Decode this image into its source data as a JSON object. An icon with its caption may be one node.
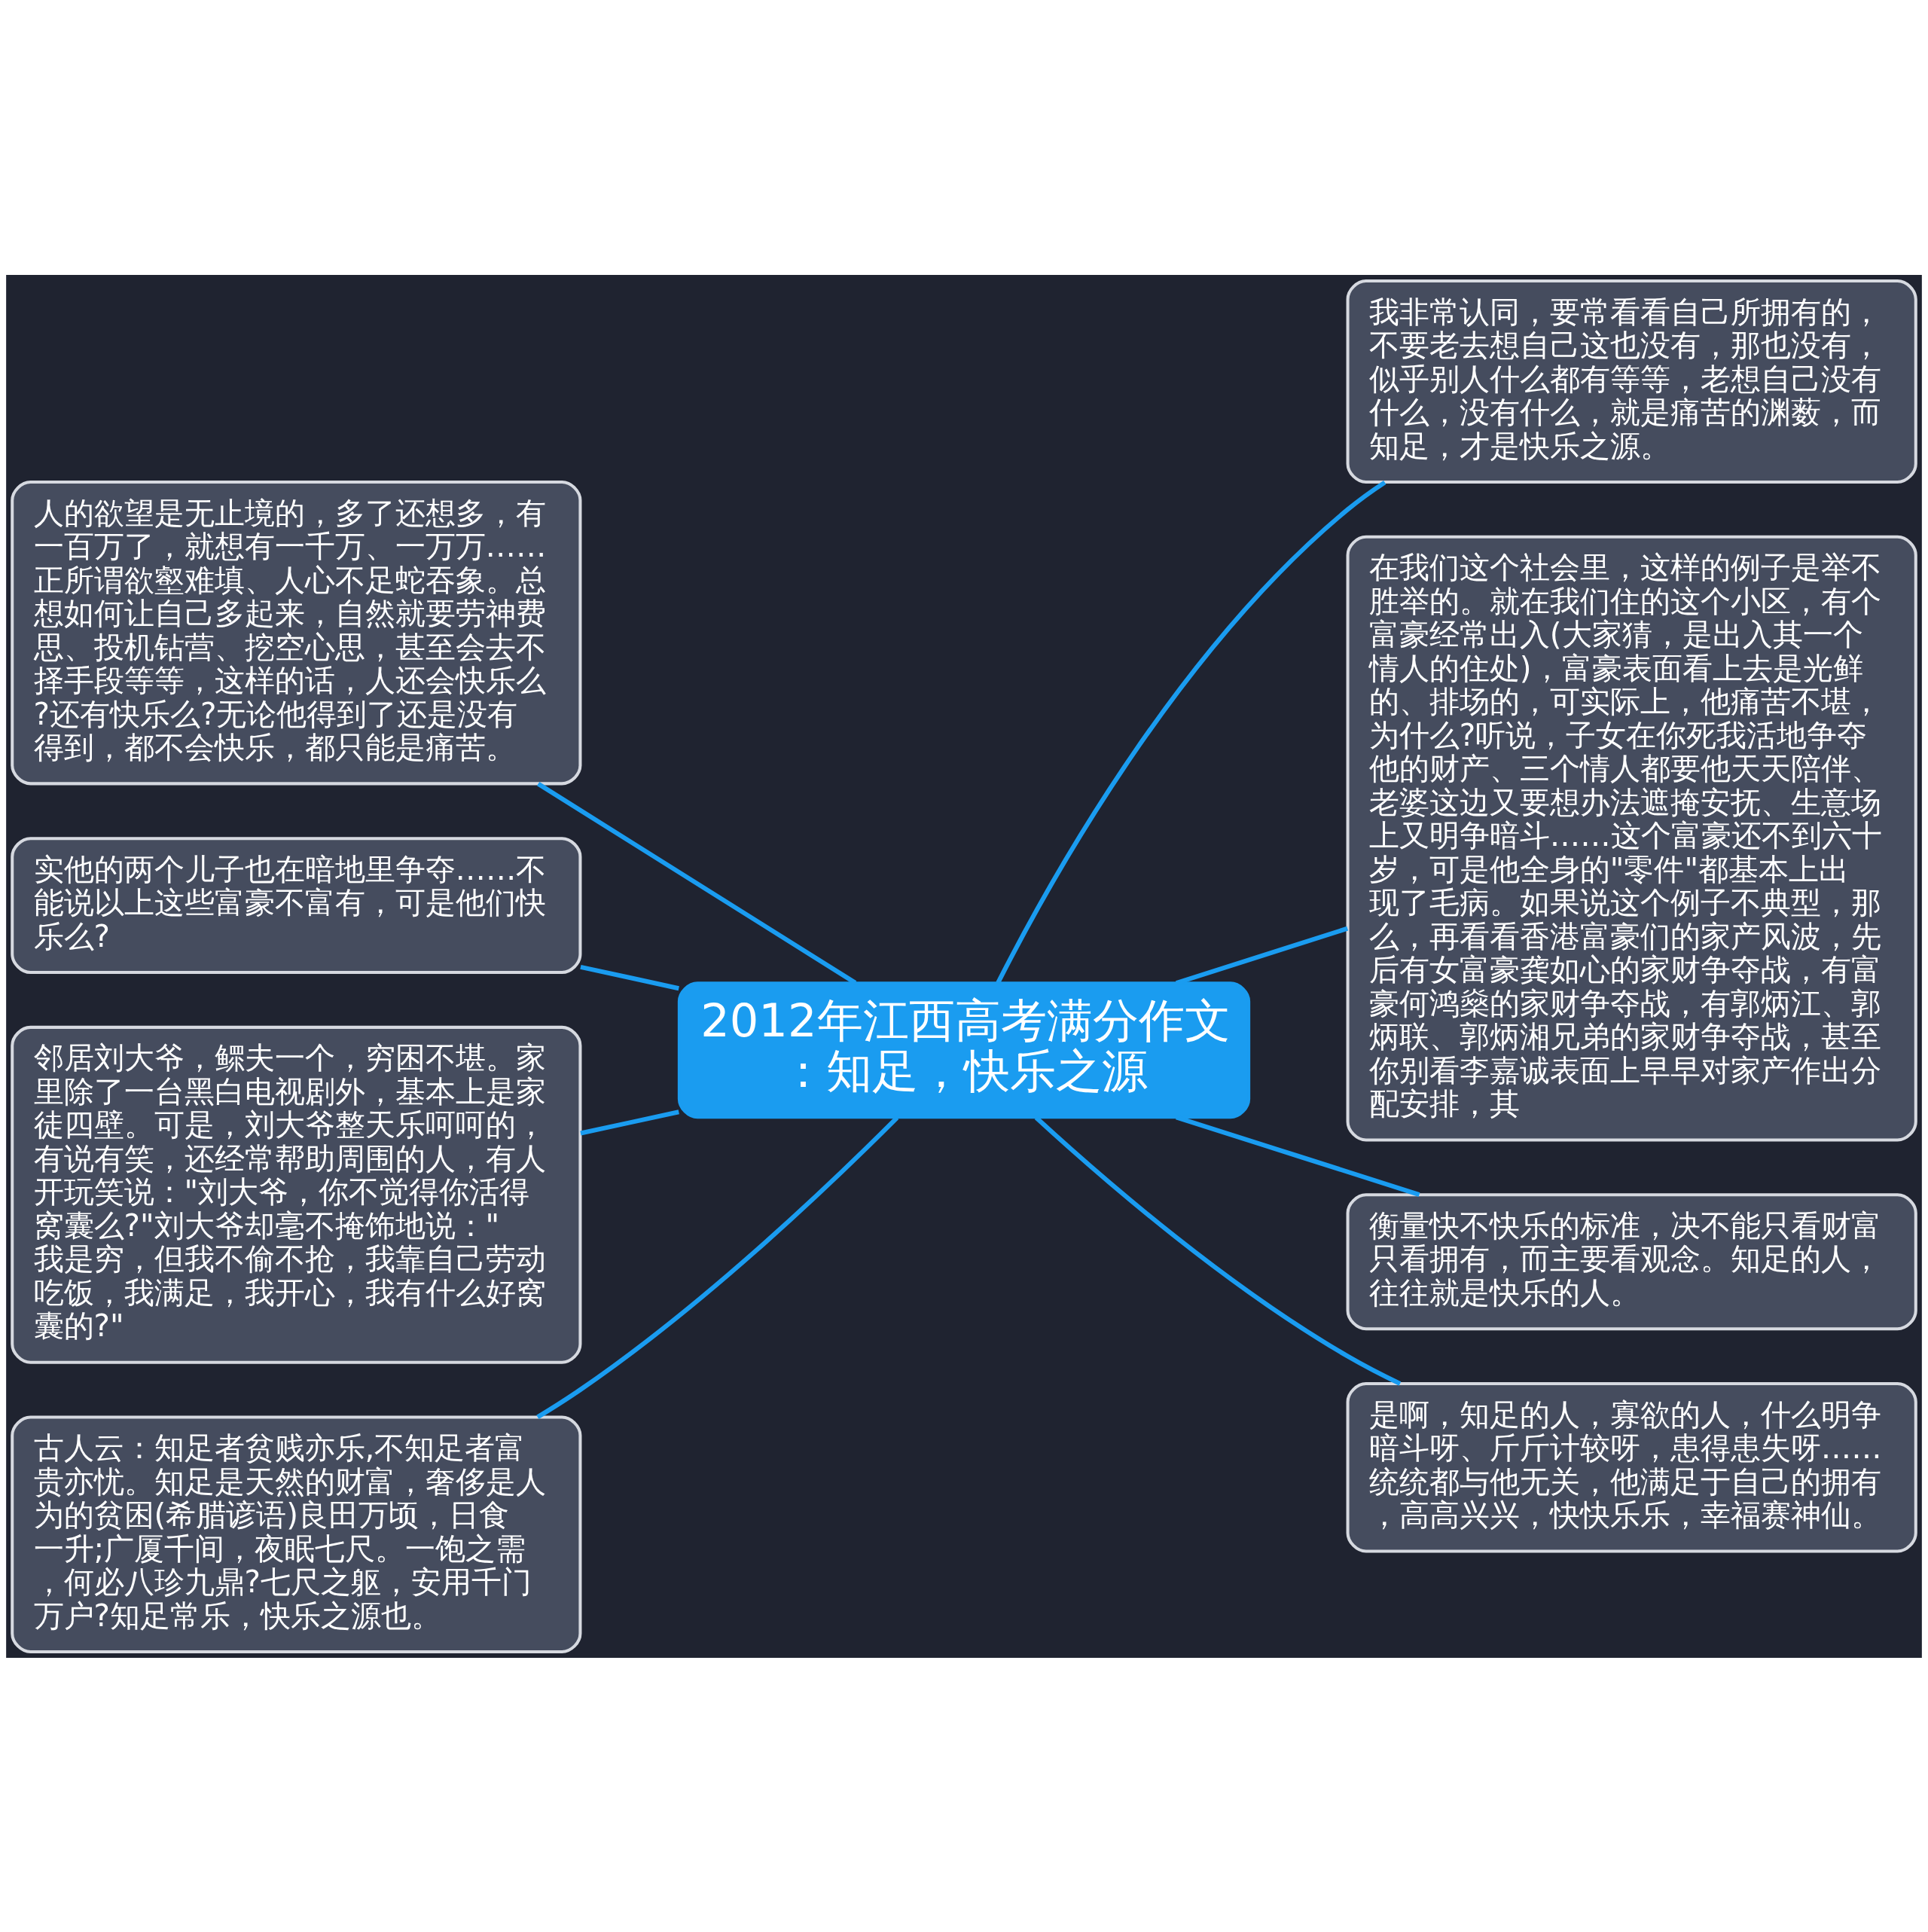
{
  "diagram": {
    "nodes": [
      {
        "text": [
          "2012年江西高考满分作文：知足，快乐之源"
        ]
      },
      {
        "text": [
          "人的欲望是无止境的，多了还想多，有一百万了，就想有一千万、一万万……正所谓欲壑难填、人心不足蛇吞象。总想如何让自己多起来，自然就要劳神费思、投机钻营、挖空心思，甚至会去不择手段等等，这样的话，人还会快乐么?还有快乐么?无论他得到了还是没有得到，都不会快乐，都只能是痛苦。"
        ]
      },
      {
        "text": [
          "实他的两个儿子也在暗地里争夺……不能说以上这些富豪不富有，可是他们快乐么?"
        ]
      },
      {
        "text": [
          "邻居刘大爷，鳏夫一个，穷困不堪。家里除了一台黑白电视剧外，基本上是家徒四壁。可是，刘大爷整天乐呵呵的，有说有笑，还经常帮助周围的人，有人开玩笑说：\"刘大爷，你不觉得你活得窝囊么?\"刘大爷却毫不掩饰地说：\"我是穷，但我不偷不抢，我靠自己劳动吃饭，我满足，我开心，我有什么好窝囊的?\""
        ]
      },
      {
        "text": [
          "古人云：知足者贫贱亦乐,不知足者富贵亦忧。知足是天然的财富，奢侈是人为的贫困(希腊谚语)良田万顷，日食一升;广厦千间，夜眠七尺。一饱之需，何必八珍九鼎?七尺之躯，安用千门万户?知足常乐，快乐之源也。"
        ]
      },
      {
        "text": [
          "我非常认同，要常看看自己所拥有的，不要老去想自己这也没有，那也没有，似乎别人什么都有等等，老想自己没有什么，没有什么，就是痛苦的渊薮，而知足，才是快乐之源。"
        ]
      },
      {
        "text": [
          "在我们这个社会里，这样的例子是举不胜举的。就在我们住的这个小区，有个富豪经常出入(大家猜，是出入其一个情人的住处)，富豪表面看上去是光鲜的、排场的，可实际上，他痛苦不堪，为什么?听说，子女在你死我活地争夺他的财产、三个情人都要他天天陪伴、老婆这边又要想办法遮掩安抚、生意场上又明争暗斗……这个富豪还不到六十岁，可是他全身的\"零件\"都基本上出现了毛病。如果说这个例子不典型，那么，再看看香港富豪们的家产风波，先后有女富豪龚如心的家财争夺战，有富豪何鸿燊的家财争夺战，有郭炳江、郭炳联、郭炳湘兄弟的家财争夺战，甚至你别看李嘉诚表面上早早对家产作出分配安排，其"
        ]
      },
      {
        "text": [
          "衡量快不快乐的标准，决不能只看财富只看拥有，而主要看观念。知足的人，往往就是快乐的人。"
        ]
      },
      {
        "text": [
          "是啊，知足的人，寡欲的人，什么明争暗斗呀、斤斤计较呀，患得患失呀……统统都与他无关，他满足于自己的拥有，高高兴兴，快快乐乐，幸福赛神仙。"
        ]
      }
    ],
    "edges": [
      {
        "from": 0,
        "to": 1,
        "arrow": "none"
      },
      {
        "from": 0,
        "to": 2,
        "arrow": "none"
      },
      {
        "from": 0,
        "to": 3,
        "arrow": "none"
      },
      {
        "from": 0,
        "to": 4,
        "arrow": "none"
      },
      {
        "from": 0,
        "to": 5,
        "arrow": "none"
      },
      {
        "from": 0,
        "to": 6,
        "arrow": "none"
      },
      {
        "from": 0,
        "to": 7,
        "arrow": "none"
      },
      {
        "from": 0,
        "to": 8,
        "arrow": "none"
      }
    ]
  }
}
